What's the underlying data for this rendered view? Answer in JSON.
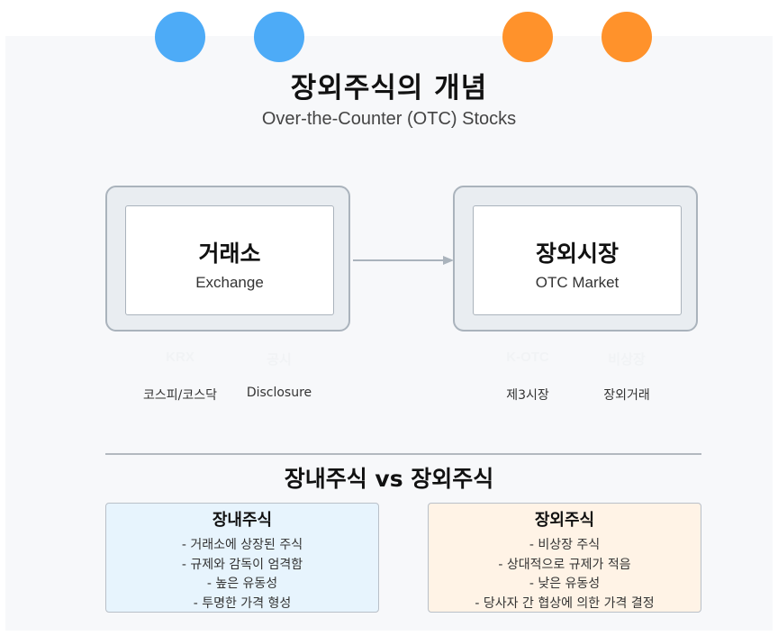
{
  "colors": {
    "exchange_accent": "#4dabf7",
    "otc_accent": "#ff922b",
    "panel_bg": "#f7f8fa",
    "box_border": "#aab3bc",
    "exchange_card_bg": "#e7f4fd",
    "otc_card_bg": "#fff3e6"
  },
  "header": {
    "title": "장외주식의 개념",
    "subtitle": "Over-the-Counter (OTC) Stocks"
  },
  "exchange": {
    "title": "거래소",
    "subtitle": "Exchange",
    "tags": [
      {
        "label": "KRX",
        "sub": "코스피/코스닥"
      },
      {
        "label": "공시",
        "sub": "Disclosure"
      }
    ]
  },
  "otc": {
    "title": "장외시장",
    "subtitle": "OTC Market",
    "tags": [
      {
        "label": "K-OTC",
        "sub": "제3시장"
      },
      {
        "label": "비상장",
        "sub": "장외거래"
      }
    ]
  },
  "comparison": {
    "title": "장내주식 vs 장외주식",
    "listed": {
      "title": "장내주식",
      "items": [
        "- 거래소에 상장된 주식",
        "- 규제와 감독이 엄격함",
        "- 높은 유동성",
        "- 투명한 가격 형성"
      ]
    },
    "unlisted": {
      "title": "장외주식",
      "items": [
        "- 비상장 주식",
        "- 상대적으로 규제가 적음",
        "- 낮은 유동성",
        "- 당사자 간 협상에 의한 가격 결정"
      ]
    }
  }
}
